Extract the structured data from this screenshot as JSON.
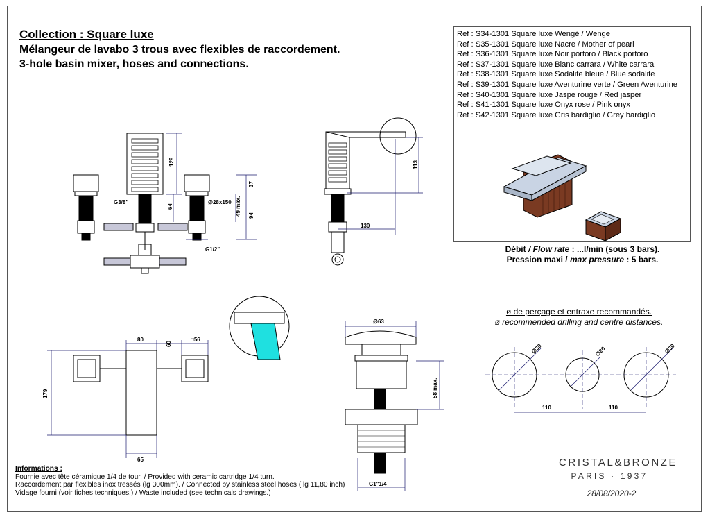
{
  "header": {
    "collection": "Collection : Square luxe",
    "title_fr": "Mélangeur de lavabo 3 trous avec flexibles de raccordement.",
    "title_en": "3-hole basin mixer, hoses and connections."
  },
  "references": [
    "Ref : S34-1301 Square luxe Wengé / Wenge",
    "Ref : S35-1301 Square luxe Nacre / Mother of pearl",
    "Ref : S36-1301 Square luxe Noir portoro / Black portoro",
    "Ref : S37-1301 Square luxe Blanc carrara / White carrara",
    "Ref : S38-1301 Square luxe Sodalite bleue / Blue sodalite",
    "Ref : S39-1301 Square luxe Aventurine verte / Green Aventurine",
    "Ref : S40-1301 Square luxe Jaspe rouge / Red jasper",
    "Ref : S41-1301 Square luxe Onyx rose / Pink onyx",
    "Ref : S42-1301 Square luxe Gris bardiglio / Grey bardiglio"
  ],
  "flow": {
    "line1_bold": "Débit",
    "line1_sep": " / ",
    "line1_italic": "Flow rate",
    "line1_rest": " : ...l/min (sous 3 bars).",
    "line2_bold": "Pression maxi /",
    "line2_italic": " max pressure",
    "line2_rest": " : 5 bars."
  },
  "drilling": {
    "title_fr": "ø de perçage et entraxe recommandés.",
    "title_en": "ø recommended drilling and centre distances."
  },
  "dimensions": {
    "d129": "129",
    "d37": "37",
    "d64": "64",
    "d94": "94",
    "d49max": "49 max.",
    "d28x150": "∅28x150",
    "g38": "G3/8\"",
    "g12": "G1/2\"",
    "d113": "113",
    "d130": "130",
    "d80": "80",
    "d60": "60",
    "d56": "□56",
    "d179": "179",
    "d65": "65",
    "d63": "∅63",
    "d58max": "58 max.",
    "g114": "G1\"1/4",
    "c30a": "∅30",
    "c20": "∅20",
    "c30b": "∅30",
    "d110a": "110",
    "d110b": "110"
  },
  "info": {
    "title": "Informations :",
    "lines": [
      "Fournie avec tête céramique 1/4 de tour. / Provided with ceramic cartridge 1/4 turn.",
      "Raccordement par flexibles inox tressés (lg 300mm). / Connected by stainless steel hoses ( lg 11,80 inch)",
      "Vidage fourni (voir fiches techniques.) / Waste included (see technicals drawings.)"
    ]
  },
  "brand": {
    "name": "CRISTAL&BRONZE",
    "city": "PARIS · 1937"
  },
  "date": "28/08/2020-2",
  "colors": {
    "wood": "#7a3a22",
    "marble": "#c9d4e4",
    "cartridge": "#1fe0e0",
    "line": "#000000",
    "dimension": "#1a1a6e"
  }
}
